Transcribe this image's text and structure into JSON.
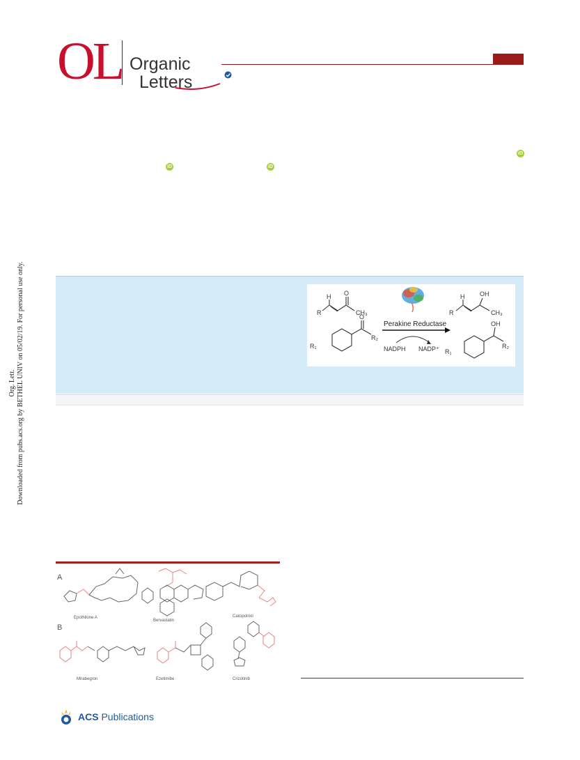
{
  "journal": {
    "logo_abbrev": "OL",
    "logo_word1": "Organic",
    "logo_word2": "Letters"
  },
  "orcid_label": "iD",
  "side_note": {
    "line1": "Org. Lett.",
    "line2": "Downloaded from pubs.acs.org by BETHEL UNIV on 05/02/19. For personal use only."
  },
  "toc_graphic": {
    "enzyme_label": "Perakine Reductase",
    "cofactor_in": "NADPH",
    "cofactor_out": "NADP⁺",
    "sub_r": "R",
    "sub_h": "H",
    "sub_ch3": "CH₃",
    "sub_o": "O",
    "prod_oh": "OH",
    "aryl_r1": "R₁",
    "aryl_r2": "R₂"
  },
  "figure1": {
    "panel_a": "A",
    "panel_b": "B",
    "compounds_a": [
      "Epothilone A",
      "Bervastatin",
      "Calcipotriol"
    ],
    "compounds_b": [
      "Mirabegron",
      "Ezetimibe",
      "Crizotinib"
    ]
  },
  "publisher": {
    "name_bold": "ACS",
    "name_rest": " Publications"
  },
  "colors": {
    "brand_red": "#c8102e",
    "rule_red": "#a31f24",
    "abstract_bg": "#d5ecf8",
    "highlight": "#f07f7f"
  }
}
